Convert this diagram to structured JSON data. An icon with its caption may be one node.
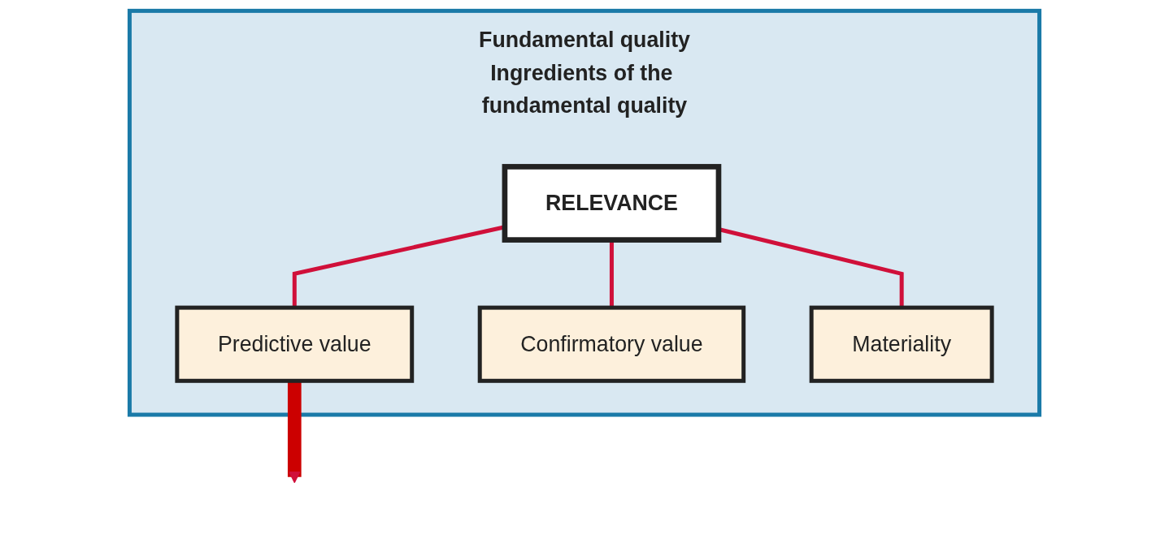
{
  "diagram": {
    "nodes": [
      {
        "text": [
          "Fundamental quality",
          "Ingredients of the fundamental quality"
        ]
      },
      {
        "text": [
          "RELEVANCE"
        ],
        "in": 0
      },
      {
        "text": [
          "Predictive value"
        ],
        "in": 0
      },
      {
        "text": [
          "Confirmatory value"
        ],
        "in": 0
      },
      {
        "text": [
          "Materiality"
        ],
        "in": 0
      }
    ],
    "edges": [
      {
        "from": 1,
        "to": 2,
        "arrow": "none"
      },
      {
        "from": 1,
        "to": 3,
        "arrow": "none"
      },
      {
        "from": 1,
        "to": 4,
        "arrow": "none"
      },
      {
        "from": 2,
        "to": null,
        "arrow": "to",
        "style": "thick",
        "color": "#cc0000"
      }
    ]
  }
}
